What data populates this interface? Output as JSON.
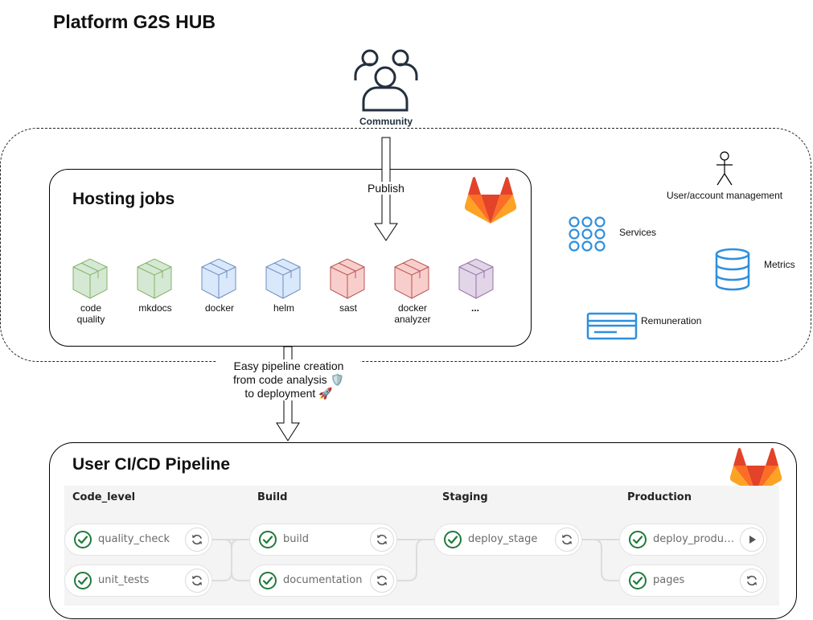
{
  "title": "Platform G2S HUB",
  "community": {
    "label": "Community",
    "icon": "users-group-icon"
  },
  "hosting": {
    "title": "Hosting jobs",
    "publish_label": "Publish",
    "more_label": "...",
    "jobs": [
      {
        "label_lines": [
          "code",
          "quality"
        ],
        "color": "#d5e8d4",
        "stroke": "#82b366"
      },
      {
        "label_lines": [
          "mkdocs"
        ],
        "color": "#d5e8d4",
        "stroke": "#82b366"
      },
      {
        "label_lines": [
          "docker"
        ],
        "color": "#dae8fc",
        "stroke": "#6c8ebf"
      },
      {
        "label_lines": [
          "helm"
        ],
        "color": "#dae8fc",
        "stroke": "#6c8ebf"
      },
      {
        "label_lines": [
          "sast"
        ],
        "color": "#f8cecc",
        "stroke": "#b85450"
      },
      {
        "label_lines": [
          "docker",
          "analyzer"
        ],
        "color": "#f8cecc",
        "stroke": "#b85450"
      },
      {
        "label_lines": [],
        "color": "#e1d5e7",
        "stroke": "#9673a6"
      }
    ]
  },
  "hub_features": {
    "user_management": "User/account management",
    "services": "Services",
    "metrics": "Metrics",
    "remuneration": "Remuneration"
  },
  "easy_pipeline_lines": [
    "Easy pipeline creation",
    "from code analysis 🛡️",
    "to deployment 🚀"
  ],
  "pipeline": {
    "title": "User CI/CD Pipeline",
    "stages": [
      {
        "name": "Code_level",
        "jobs": [
          {
            "name": "quality_check",
            "action": "retry-icon"
          },
          {
            "name": "unit_tests",
            "action": "retry-icon"
          }
        ]
      },
      {
        "name": "Build",
        "jobs": [
          {
            "name": "build",
            "action": "retry-icon"
          },
          {
            "name": "documentation",
            "action": "retry-icon"
          }
        ]
      },
      {
        "name": "Staging",
        "jobs": [
          {
            "name": "deploy_stage",
            "action": "retry-icon"
          }
        ]
      },
      {
        "name": "Production",
        "jobs": [
          {
            "name": "deploy_production",
            "action": "play-icon"
          },
          {
            "name": "pages",
            "action": "retry-icon"
          }
        ]
      }
    ]
  },
  "colors": {
    "gitlab_orange": "#fc6d26",
    "gitlab_dark_orange": "#e24329",
    "gitlab_light_orange": "#fca326",
    "aws_navy": "#232f3e",
    "feature_blue": "#2f8fdc",
    "success_green": "#1f7a3a"
  }
}
